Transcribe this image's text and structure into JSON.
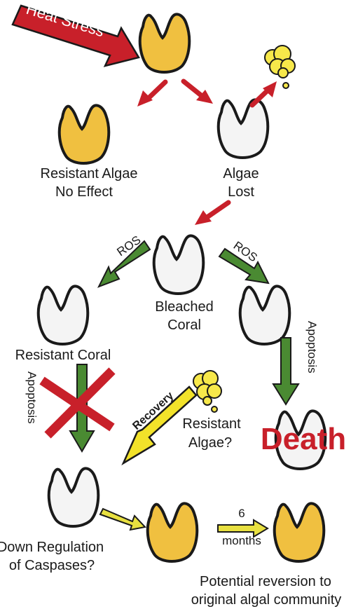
{
  "labels": {
    "heat_stress": "Heat Stress",
    "resistant_algae_line1": "Resistant Algae",
    "resistant_algae_line2": "No Effect",
    "algae_lost_line1": "Algae",
    "algae_lost_line2": "Lost",
    "ros_left": "ROS",
    "ros_right": "ROS",
    "bleached_line1": "Bleached",
    "bleached_line2": "Coral",
    "resistant_coral": "Resistant Coral",
    "apoptosis_left": "Apoptosis",
    "apoptosis_right": "Apoptosis",
    "recovery": "Recovery",
    "resistant_algae_q_line1": "Resistant",
    "resistant_algae_q_line2": "Algae?",
    "death": "Death",
    "down_reg_line1": "Down Regulation",
    "down_reg_line2": "of Caspases?",
    "six": "6",
    "months": "months",
    "reversion_line1": "Potential reversion to",
    "reversion_line2": "original algal community"
  },
  "colors": {
    "algae_fill": "#f0c040",
    "bleached_fill": "#f4f4f4",
    "outline": "#1a1a1a",
    "red_arrow": "#c8202a",
    "green_arrow": "#4a8a32",
    "yellow_arrow": "#f2e22a",
    "small_yellow_arrow": "#e8e040",
    "death_text": "#c8202a",
    "bubble_fill": "#f7e84a"
  }
}
